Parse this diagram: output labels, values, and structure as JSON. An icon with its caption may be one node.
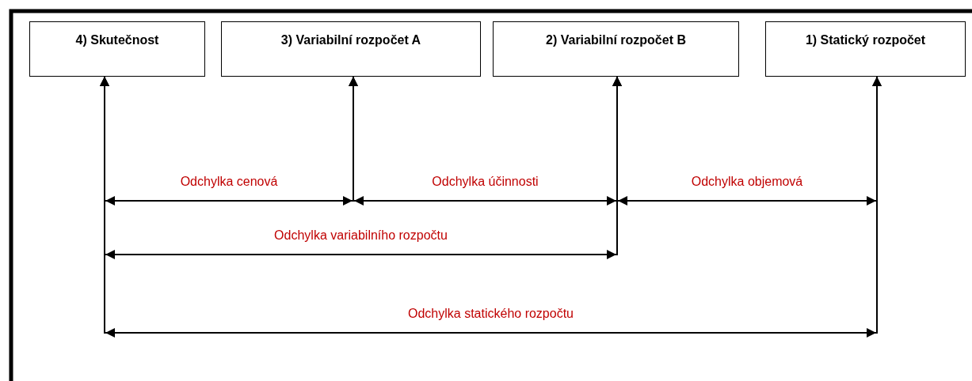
{
  "diagram": {
    "nodes": [
      {
        "text": [
          "4) Skutečnost"
        ]
      },
      {
        "text": [
          "3) Variabilní rozpočet A"
        ]
      },
      {
        "text": [
          "2) Variabilní rozpočet B"
        ]
      },
      {
        "text": [
          "1) Statický rozpočet"
        ]
      }
    ],
    "edges": [
      {
        "from": 0,
        "to": 1,
        "arrow": "both",
        "label": "Odchylka cenová"
      },
      {
        "from": 1,
        "to": 2,
        "arrow": "both",
        "label": "Odchylka účinnosti"
      },
      {
        "from": 2,
        "to": 3,
        "arrow": "both",
        "label": "Odchylka objemová"
      },
      {
        "from": 0,
        "to": 2,
        "arrow": "both",
        "label": "Odchylka variabilního rozpočtu"
      },
      {
        "from": 0,
        "to": 3,
        "arrow": "both",
        "label": "Odchylka statického rozpočtu"
      }
    ]
  }
}
